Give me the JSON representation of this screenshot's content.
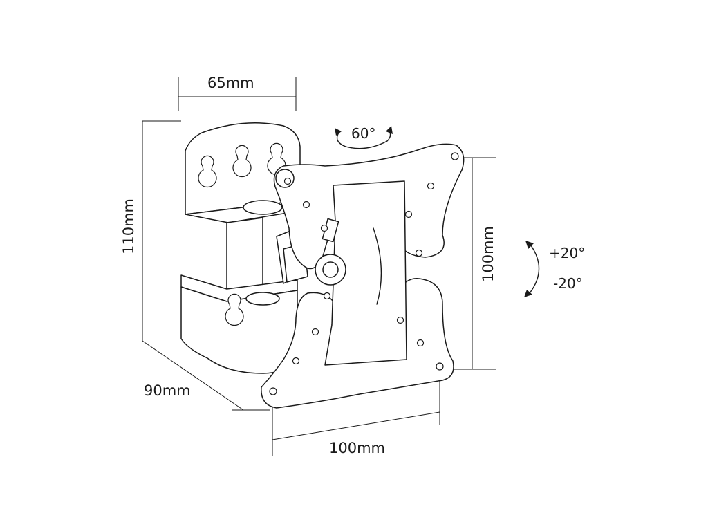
{
  "dimensions": {
    "top_width": "65mm",
    "wall_height": "110mm",
    "depth": "90mm",
    "vesa_height": "100mm",
    "vesa_width": "100mm"
  },
  "rotation": {
    "swivel": "60°",
    "tilt_up": "+20°",
    "tilt_down": "-20°"
  },
  "colors": {
    "line": "#1a1a1a",
    "background": "#ffffff"
  }
}
